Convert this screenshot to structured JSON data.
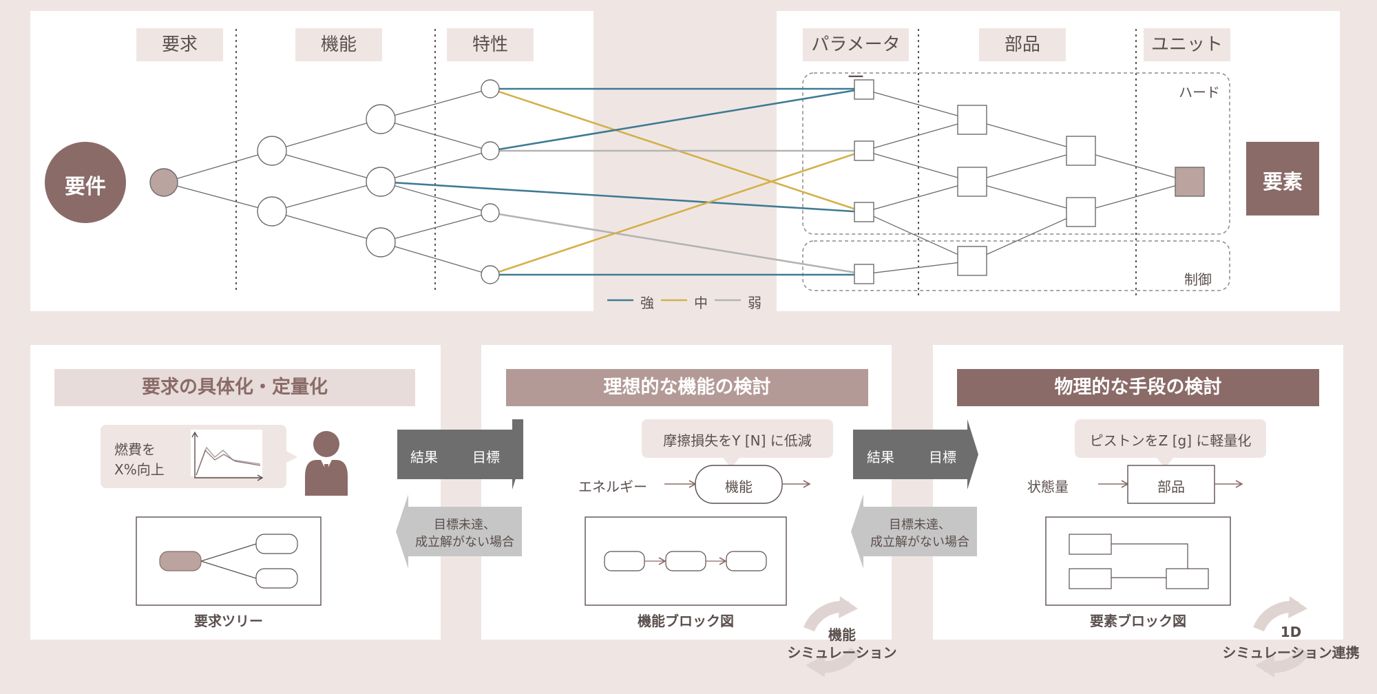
{
  "top": {
    "columns": [
      "要求",
      "機能",
      "特性",
      "パラメーター",
      "部品",
      "ユニット"
    ],
    "requirement_label": "要件",
    "element_label": "要素",
    "group_hard": "ハード",
    "group_control": "制御",
    "legend": [
      {
        "label": "強",
        "color": "#3f7a94"
      },
      {
        "label": "中",
        "color": "#d3b04a"
      },
      {
        "label": "弱",
        "color": "#b3b3b3"
      }
    ]
  },
  "panels": [
    {
      "title": "要求の具体化・定量化",
      "bubble_line1": "燃費を",
      "bubble_line2": "X%向上",
      "caption": "要求ツリー"
    },
    {
      "title": "理想的な機能の検討",
      "bubble": "摩擦損失をY [N] に低減",
      "input_label": "エネルギー",
      "box_label": "機能",
      "caption": "機能ブロック図",
      "cycle_line1": "機能",
      "cycle_line2": "シミュレーション"
    },
    {
      "title": "物理的な手段の検討",
      "bubble": "ピストンをZ [g] に軽量化",
      "input_label": "状態量",
      "box_label": "部品",
      "caption": "要素ブロック図",
      "cycle_line1": "1D",
      "cycle_line2": "シミュレーション連携"
    }
  ],
  "arrows": [
    {
      "result": "結果",
      "target": "目標",
      "back_line1": "目標未達、",
      "back_line2": "成立解がない場合"
    },
    {
      "result": "結果",
      "target": "目標",
      "back_line1": "目標未達、",
      "back_line2": "成立解がない場合"
    }
  ],
  "colors": {
    "brand_dark": "#8a6b68",
    "brand_mid": "#b39a97",
    "brand_light": "#e7dcda",
    "node_fill": "#bba3a0",
    "arrow_dark": "#6e6e6e",
    "arrow_light": "#c6c6c6"
  }
}
